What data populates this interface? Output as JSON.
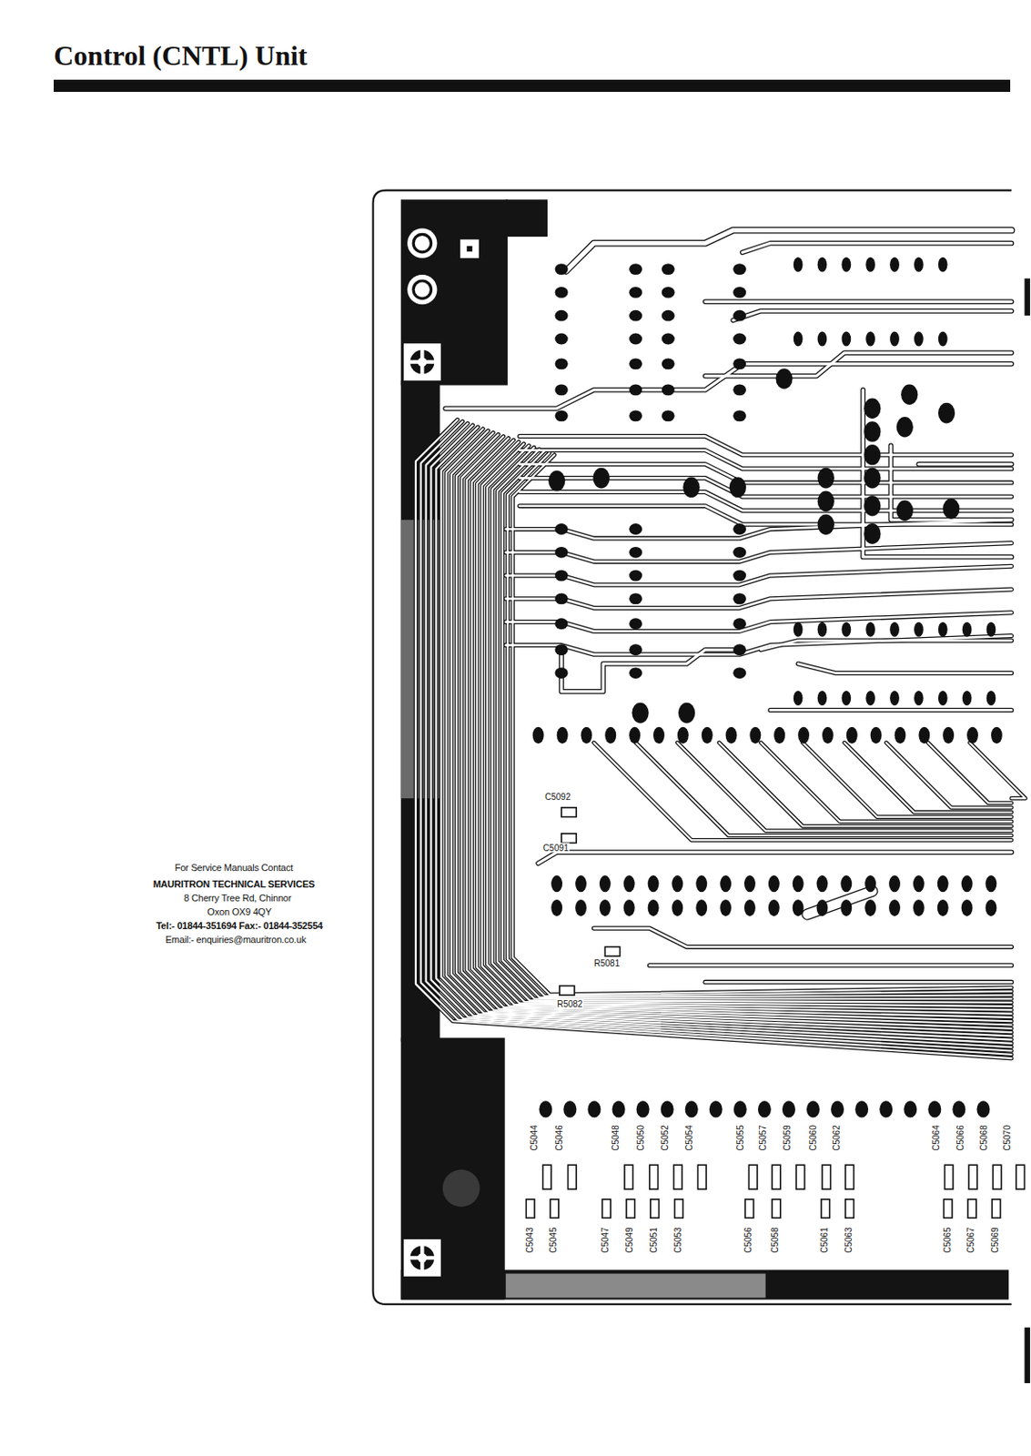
{
  "diagram": {
    "title": "Control (CNTL) Unit",
    "labels": [
      "For Service Manuals Contact",
      "MAURITRON TECHNICAL SERVICES",
      "8 Cherry Tree Rd, Chinnor",
      "Oxon OX9 4QY",
      "Tel:- 01844-351694 Fax:- 01844-352554",
      "Email:- enquiries@mauritron.co.uk",
      "C5092",
      "C5091",
      "R5081",
      "R5082",
      "C5044",
      "C5046",
      "C5048",
      "C5050",
      "C5052",
      "C5054",
      "C5055",
      "C5057",
      "C5059",
      "C5060",
      "C5062",
      "C5064",
      "C5066",
      "C5068",
      "C5070",
      "C5043",
      "C5045",
      "C5047",
      "C5049",
      "C5051",
      "C5053",
      "C5056",
      "C5058",
      "C5061",
      "C5063",
      "C5065",
      "C5067",
      "C5069"
    ]
  }
}
